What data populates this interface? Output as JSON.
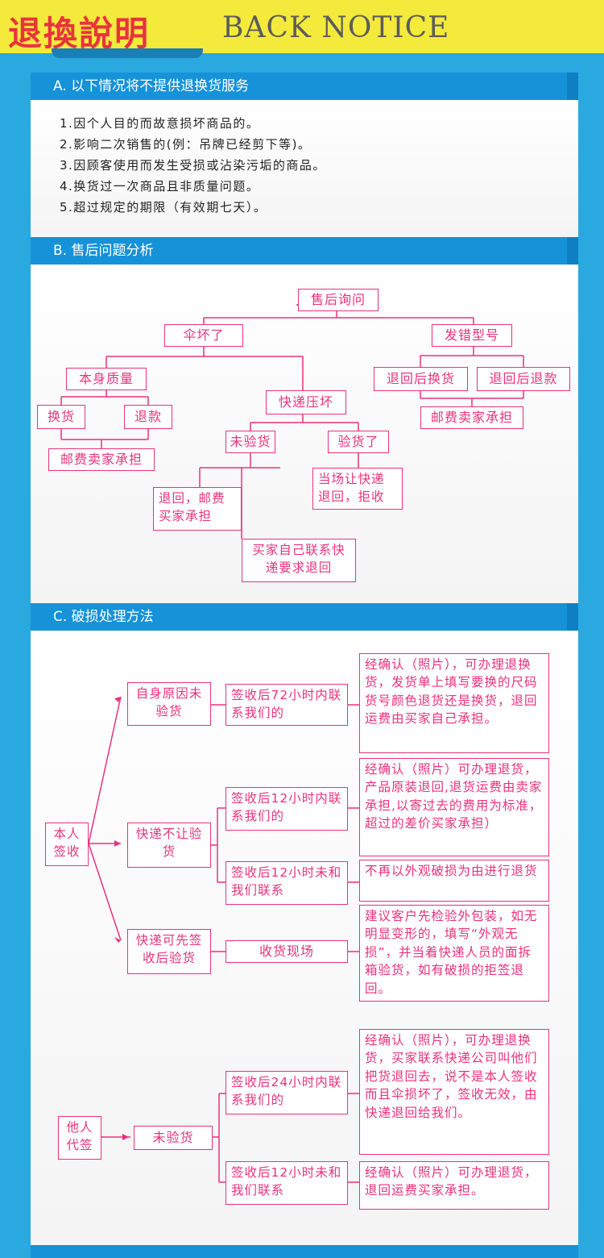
{
  "banner": {
    "title_cn": "退換說明",
    "title_en": "BACK NOTICE"
  },
  "section_a": {
    "heading": "A. 以下情况将不提供退换货服务",
    "items": [
      "1.因个人目的而故意损坏商品的。",
      "2.影响二次销售的(例：吊牌已经剪下等)。",
      "3.因顾客使用而发生受损或沾染污垢的商品。",
      "4.换货过一次商品且非质量问题。",
      "5.超过规定的期限（有效期七天）。"
    ]
  },
  "section_b": {
    "heading": "B. 售后问题分析",
    "nodes": {
      "inquiry": "售后询问",
      "umbrella_broken": "伞坏了",
      "wrong_model": "发错型号",
      "quality": "本身质量",
      "exchange": "换货",
      "refund": "退款",
      "buyer_pays_shipping_left": "邮费卖家承担",
      "courier_crushed": "快递压坏",
      "not_inspected": "未验货",
      "inspected": "验货了",
      "return_buyer_pays": "退回，邮费买家承担",
      "reject_on_site": "当场让快递退回，拒收",
      "buyer_contacts_courier": "买家自己联系快递要求退回",
      "return_exchange": "退回后换货",
      "return_refund": "退回后退款",
      "buyer_pays_shipping_right": "邮费卖家承担"
    }
  },
  "section_c": {
    "heading": "C. 破损处理方法",
    "nodes": {
      "self_sign": "本人签收",
      "own_reason": "自身原因未验货",
      "courier_no_inspect": "快递不让验货",
      "courier_inspect_first": "快递可先签收后验货",
      "within_72h": "签收后72小时内联系我们的",
      "within_12h_a": "签收后12小时内联系我们的",
      "beyond_12h_a": "签收后12小时未和我们联系",
      "on_site": "收货现场",
      "result_1": "经确认（照片），可办理退换货，发货单上填写要换的尺码货号颜色退货还是换货，退回运费由买家自己承担。",
      "result_2": "经确认（照片）可办理退货，产品原装退回,退货运费由卖家承担,以寄过去的费用为标准，超过的差价买家承担）",
      "result_3": "不再以外观破损为由进行退货",
      "result_4": "建议客户先检验外包装，如无明显变形的，填写“外观无损”，并当着快递人员的面拆箱验货，如有破损的拒签退回。",
      "proxy_sign": "他人代签",
      "not_inspected": "未验货",
      "within_24h": "签收后24小时内联系我们的",
      "beyond_12h_b": "签收后12小时未和我们联系",
      "result_5": "经确认（照片），可办理退换货，买家联系快递公司叫他们把货退回去，说不是本人签收而且伞损坏了，签收无效，由快递退回给我们。",
      "result_6": "经确认（照片）可办理退货，退回运费买家承担。"
    }
  },
  "colors": {
    "banner_bg": "#f3ea3b",
    "banner_red": "#e8333e",
    "page_blue": "#29a9df",
    "header_blue": "#1592d8",
    "flow_pink": "#e8327d"
  }
}
